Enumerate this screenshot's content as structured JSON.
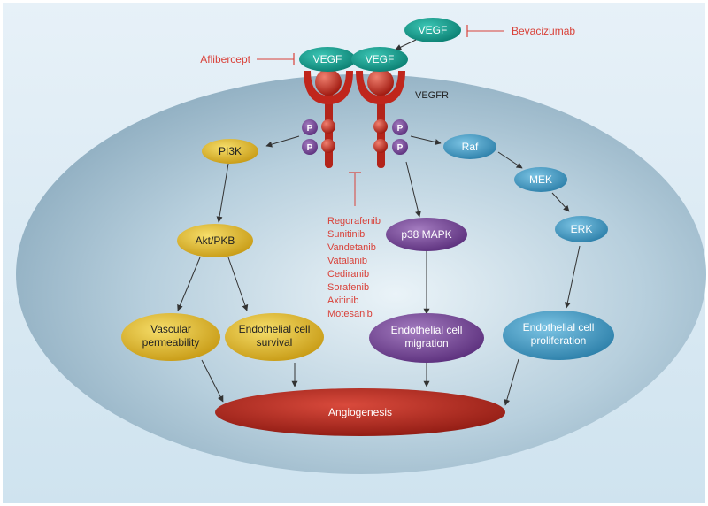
{
  "ligands": {
    "free": "VEGF",
    "bound_left": "VEGF",
    "bound_right": "VEGF"
  },
  "receptor": {
    "label": "VEGFR",
    "phospho_label": "P"
  },
  "inhibitors": {
    "bevacizumab": "Bevacizumab",
    "aflibercept": "Aflibercept",
    "tki": [
      "Regorafenib",
      "Sunitinib",
      "Vandetanib",
      "Vatalanib",
      "Cediranib",
      "Sorafenib",
      "Axitinib",
      "Motesanib"
    ]
  },
  "nodes": {
    "pi3k": "PI3K",
    "akt": "Akt/PKB",
    "raf": "Raf",
    "mek": "MEK",
    "erk": "ERK",
    "p38": "p38 MAPK",
    "vascular": [
      "Vascular",
      "permeability"
    ],
    "survival": [
      "Endothelial cell",
      "survival"
    ],
    "migration": [
      "Endothelial cell",
      "migration"
    ],
    "proliferation": [
      "Endothelial cell",
      "proliferation"
    ],
    "angiogenesis": "Angiogenesis"
  },
  "colors": {
    "inhibitor_text": "#d9423a",
    "vegf": "#0f9a8a",
    "receptor": "#c0261c",
    "phospho": "#6a3a8c",
    "pi3k_branch": "#e2b92c",
    "mapk_branch": "#3a97c4",
    "p38_branch": "#7e4a98",
    "angiogenesis": "#b8231b"
  }
}
